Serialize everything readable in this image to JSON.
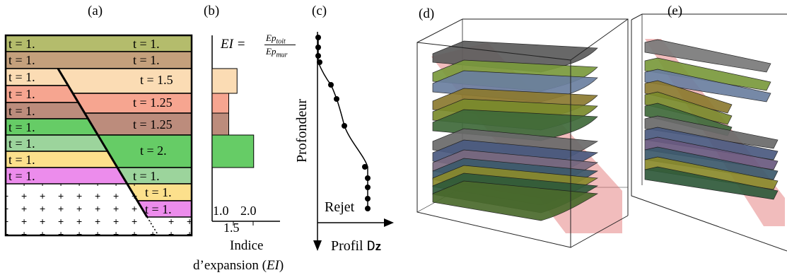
{
  "panels": {
    "a": "(a)",
    "b": "(b)",
    "c": "(c)",
    "d": "(d)",
    "e": "(e)"
  },
  "panel_a": {
    "left_labels": [
      "t = 1.",
      "t = 1.",
      "t = 1.",
      "t = 1.",
      "t = 1.",
      "t = 1.",
      "t = 1.",
      "t = 1.",
      "t = 1."
    ],
    "right_labels": [
      "t = 1.",
      "t = 1.",
      "t = 1.5",
      "t = 1.25",
      "t = 1.25",
      "t = 2.",
      "t = 1.",
      "t = 1.",
      "t = 1."
    ]
  },
  "panel_b": {
    "formula_lhs": "EI =",
    "numerator": "Ep",
    "numerator_sub": "toit",
    "denominator": "Ep",
    "denominator_sub": "mur",
    "tick_labels": [
      "1.0",
      "2.0",
      "1.5"
    ],
    "axis_label_line1": "Indice",
    "axis_label_line2": "d’expansion (",
    "axis_label_var": "EI",
    "axis_label_end": ")",
    "bar_values": [
      1.5,
      1.25,
      1.25,
      2.0
    ],
    "colors": [
      "#fbdcb4",
      "#f6a590",
      "#bc8c7c",
      "#66cc66"
    ]
  },
  "panel_c": {
    "y_label": "Profondeur",
    "x_label": "Profil ",
    "x_label_mono": "D",
    "x_label_bold": "z",
    "annotation": "Rejet"
  },
  "colors": {
    "olive": "#b4bc6c",
    "brown": "#c4a07c",
    "peach": "#fbdcb4",
    "salmon": "#f6a590",
    "rosybrown": "#bc8c7c",
    "green": "#66cc66",
    "lightgreen": "#9cd49c",
    "yellow": "#fce08c",
    "magenta": "#ec8cec",
    "fault_red": "#e06a6a"
  }
}
